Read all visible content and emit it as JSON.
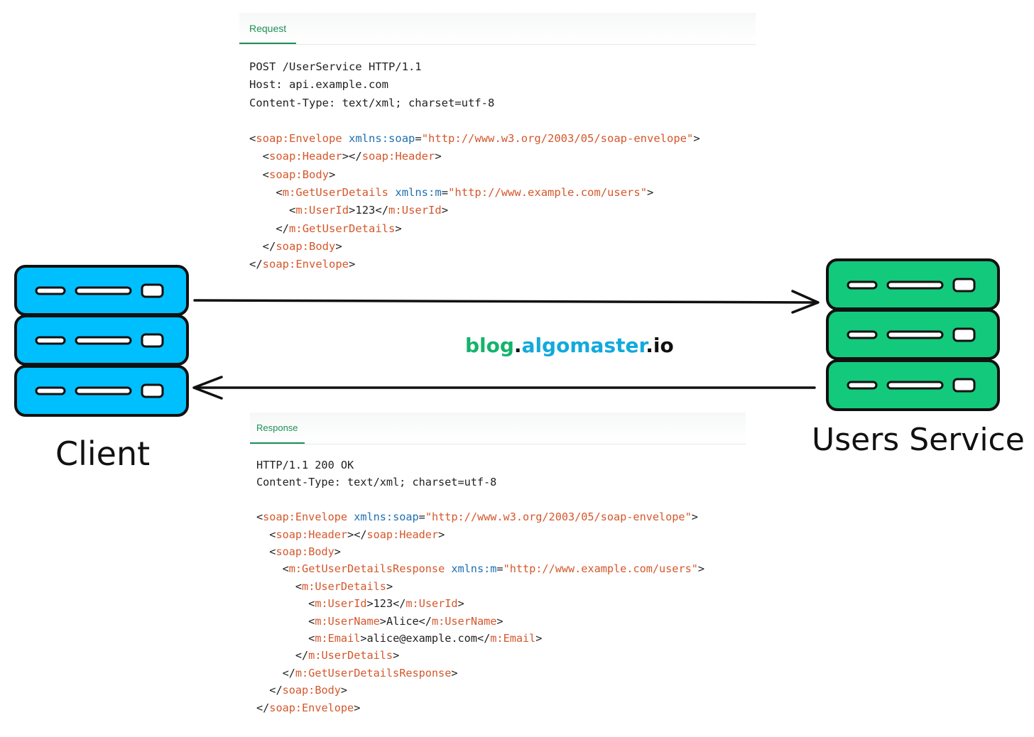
{
  "request": {
    "tab": "Request",
    "line1": "POST /UserService HTTP/1.1",
    "line2": "Host: api.example.com",
    "line3": "Content-Type: text/xml; charset=utf-8",
    "ns_uri": "http://www.w3.org/2003/05/soap-envelope",
    "users_uri": "http://www.example.com/users",
    "user_id": "123"
  },
  "response": {
    "tab": "Response",
    "line1": "HTTP/1.1 200 OK",
    "line2": "Content-Type: text/xml; charset=utf-8",
    "ns_uri": "http://www.w3.org/2003/05/soap-envelope",
    "users_uri": "http://www.example.com/users",
    "user_id": "123",
    "user_name": "Alice",
    "email": "alice@example.com"
  },
  "tags": {
    "soap": "soap",
    "m": "m",
    "xmlns": "xmlns",
    "envelope": "Envelope",
    "header": "Header",
    "body": "Body",
    "get_user_details": "GetUserDetails",
    "get_user_details_response": "GetUserDetailsResponse",
    "user_details": "UserDetails",
    "user_id": "UserId",
    "user_name": "UserName",
    "email": "Email"
  },
  "nodes": {
    "client": {
      "label": "Client",
      "color": "#00bfff"
    },
    "service": {
      "label": "Users Service",
      "color": "#13c97c"
    }
  },
  "watermark": {
    "part1": "blog",
    "dot1": ".",
    "part2": "algomaster",
    "dot2": ".",
    "part3": "io",
    "color1": "#14b36c",
    "color2": "#12a9dd",
    "color3": "#111111"
  }
}
